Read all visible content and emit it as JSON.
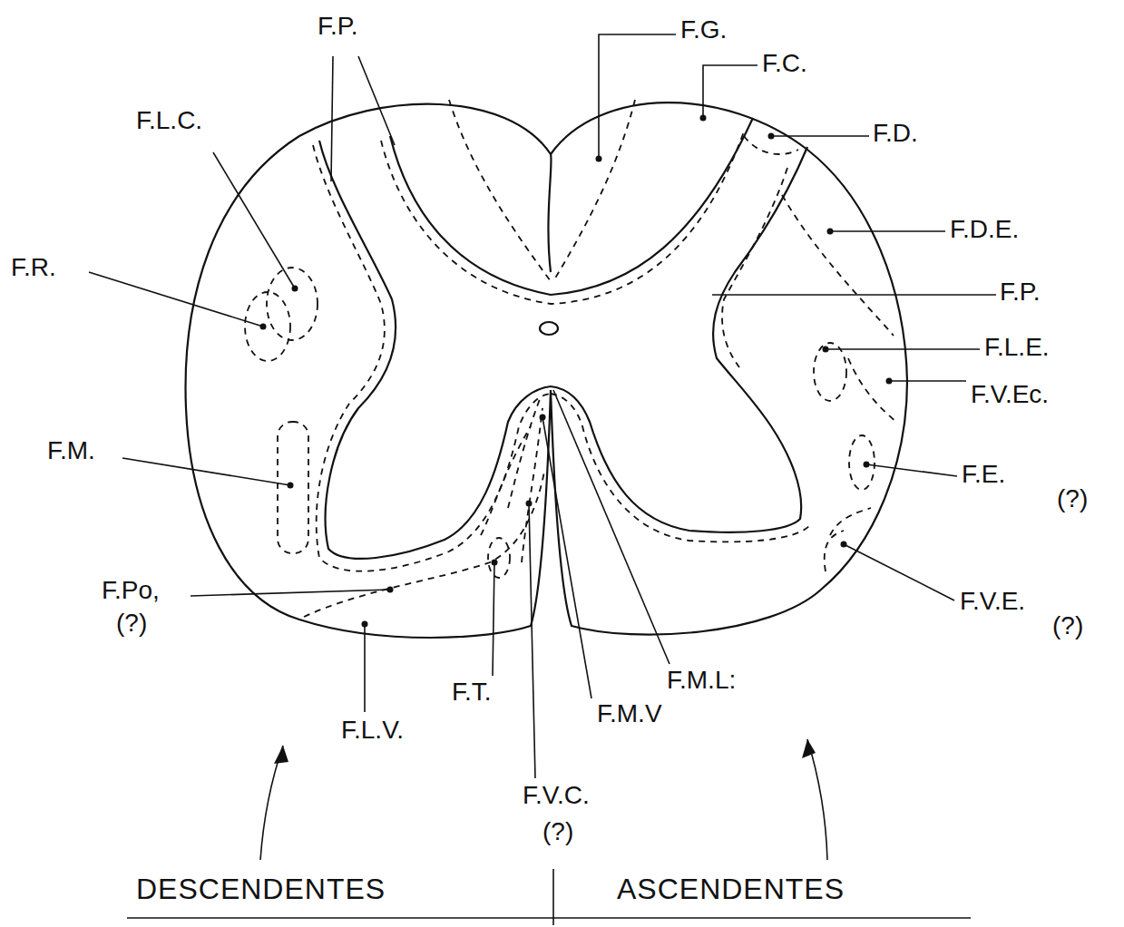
{
  "diagram": {
    "labels": [
      "F.P.",
      "F.G.",
      "F.C.",
      "F.L.C.",
      "F.D.",
      "F.D.E.",
      "F.R.",
      "F.P.",
      "F.L.E.",
      "F.V.Ec.",
      "F.M.",
      "F.E.",
      "(?)",
      "F.Po,",
      "(?)",
      "F.V.E.",
      "(?)",
      "F.T.",
      "F.M.V",
      "F.M.L:",
      "F.L.V.",
      "F.V.C.",
      "(?)",
      "DESCENDENTES",
      "ASCENDENTES"
    ]
  }
}
